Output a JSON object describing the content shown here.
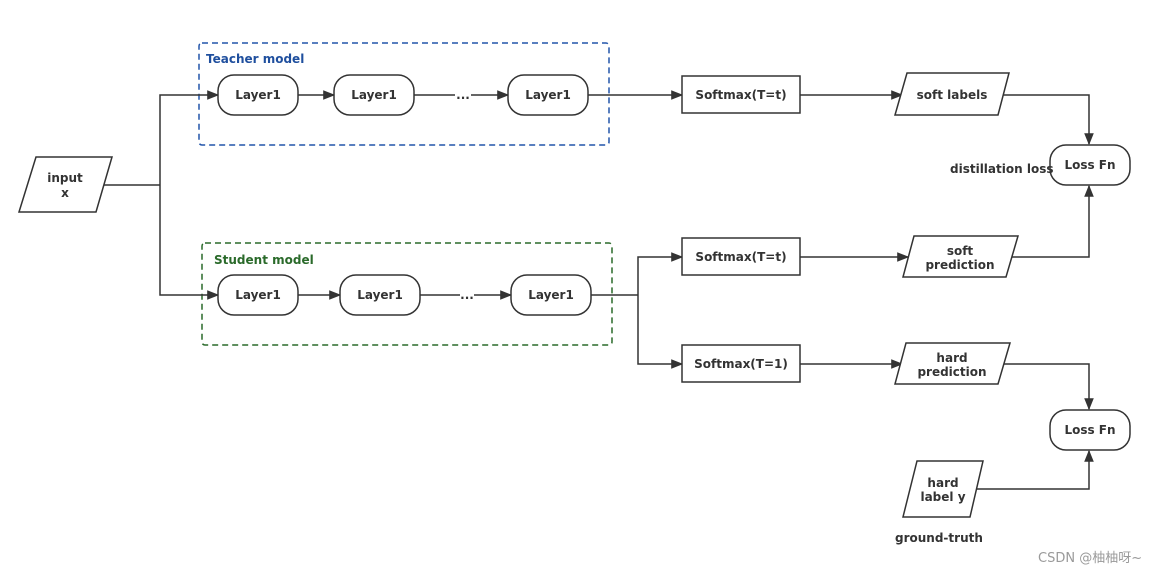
{
  "groups": {
    "teacher": {
      "title": "Teacher model",
      "color": "#2255aa"
    },
    "student": {
      "title": "Student model",
      "color": "#2a6a2a"
    }
  },
  "nodes": {
    "input": {
      "line1": "input",
      "line2": "x"
    },
    "teacher_layers": [
      "Layer1",
      "Layer1",
      "Layer1"
    ],
    "student_layers": [
      "Layer1",
      "Layer1",
      "Layer1"
    ],
    "ellipsis": "...",
    "softmax_teacher": "Softmax(T=t)",
    "softmax_student_soft": "Softmax(T=t)",
    "softmax_student_hard": "Softmax(T=1)",
    "soft_labels": "soft labels",
    "soft_prediction": {
      "line1": "soft",
      "line2": "prediction"
    },
    "hard_prediction": {
      "line1": "hard",
      "line2": "prediction"
    },
    "hard_label": {
      "line1": "hard",
      "line2": "label y"
    },
    "loss_distill": "Loss Fn",
    "loss_student": "Loss Fn"
  },
  "annotations": {
    "distillation_loss": "distillation loss",
    "ground_truth": "ground-truth"
  },
  "watermark": "CSDN @柚柚呀~"
}
